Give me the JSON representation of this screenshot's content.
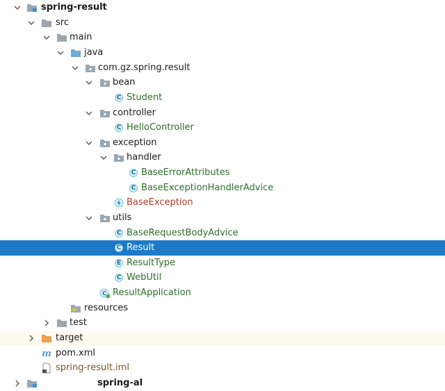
{
  "tree": {
    "project_root": "spring-result",
    "src": "src",
    "main": "main",
    "java": "java",
    "package": "com.gz.spring.result",
    "bean": "bean",
    "student": "Student",
    "controller": "controller",
    "hello_controller": "HelloController",
    "exception": "exception",
    "handler": "handler",
    "base_error_attributes": "BaseErrorAttributes",
    "base_exception_handler_advice": "BaseExceptionHandlerAdvice",
    "base_exception": "BaseException",
    "utils": "utils",
    "base_request_body_advice": "BaseRequestBodyAdvice",
    "result": "Result",
    "result_type": "ResultType",
    "web_util": "WebUtil",
    "result_application": "ResultApplication",
    "resources": "resources",
    "test": "test",
    "target": "target",
    "pom": "pom.xml",
    "iml": "spring-result.iml",
    "next_module_partial": "spring-al"
  },
  "icon_letters": {
    "class": "C",
    "enum": "E"
  },
  "colors": {
    "selection": "#1e7ac8",
    "class_text": "#2c6e2c",
    "exception_text": "#b23b2a",
    "folder": "#9aa7b0",
    "source_folder": "#6aaed6",
    "target_folder": "#f0a04b"
  }
}
